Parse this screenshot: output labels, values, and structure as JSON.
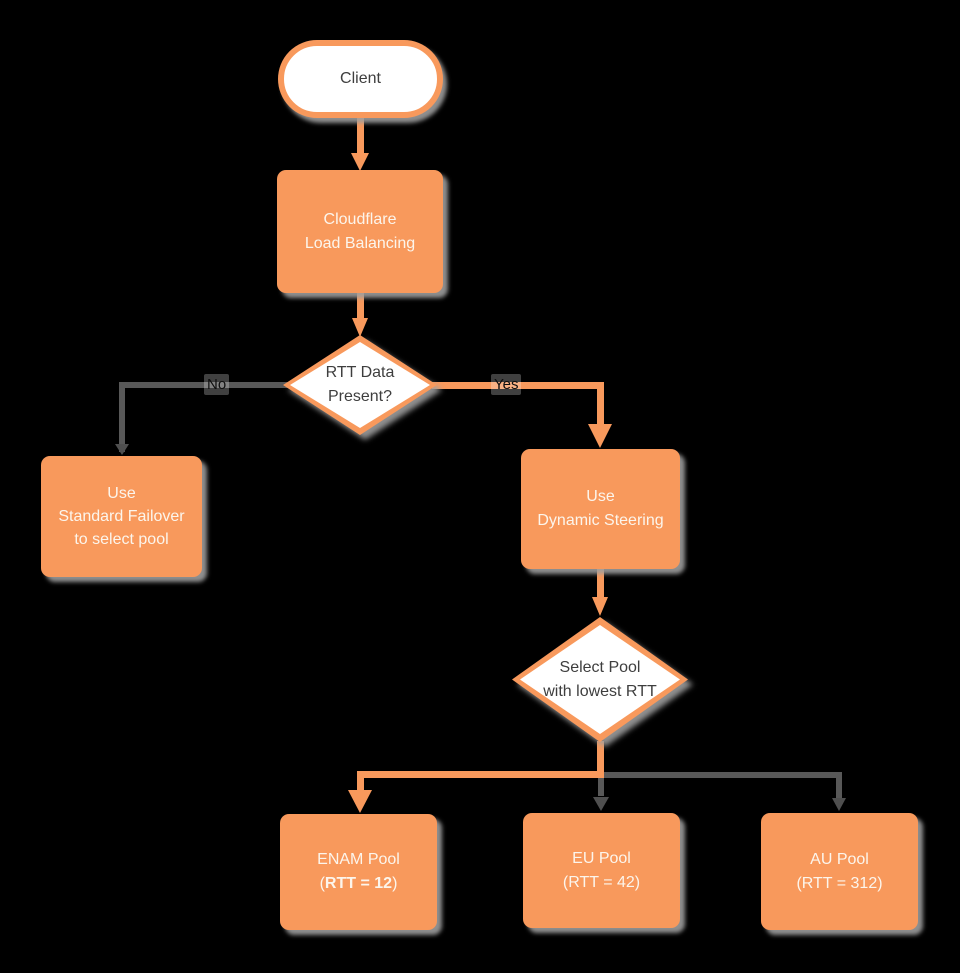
{
  "diagram": {
    "colors": {
      "node_fill_orange": "#F8995C",
      "node_fill_white": "#FFFFFF",
      "edge_gray": "#585858",
      "shadow_gray": "#9E9E9E",
      "background": "#000000",
      "text_dark": "#3E3E3E",
      "text_light": "#FCF5EC"
    },
    "nodes": {
      "client": {
        "shape": "terminator",
        "label": "Client"
      },
      "cloudflare": {
        "shape": "process",
        "line1": "Cloudflare",
        "line2": "Load Balancing"
      },
      "rtt_decision": {
        "shape": "decision",
        "line1": "RTT Data",
        "line2": "Present?"
      },
      "standard_failover": {
        "shape": "process",
        "line1": "Use",
        "line2": "Standard Failover",
        "line3": "to select pool"
      },
      "dynamic_steering": {
        "shape": "process",
        "line1": "Use",
        "line2": "Dynamic Steering"
      },
      "select_pool": {
        "shape": "decision",
        "line1": "Select Pool",
        "line2": "with lowest RTT"
      },
      "enam_pool": {
        "shape": "process",
        "line1": "ENAM Pool",
        "line2_open": "(",
        "line2_bold": "RTT = 12",
        "line2_close": ")"
      },
      "eu_pool": {
        "shape": "process",
        "line1": "EU Pool",
        "line2": "(RTT = 42)"
      },
      "au_pool": {
        "shape": "process",
        "line1": "AU Pool",
        "line2": "(RTT = 312)"
      }
    },
    "edges": {
      "no_label": "No",
      "yes_label": "Yes"
    }
  }
}
